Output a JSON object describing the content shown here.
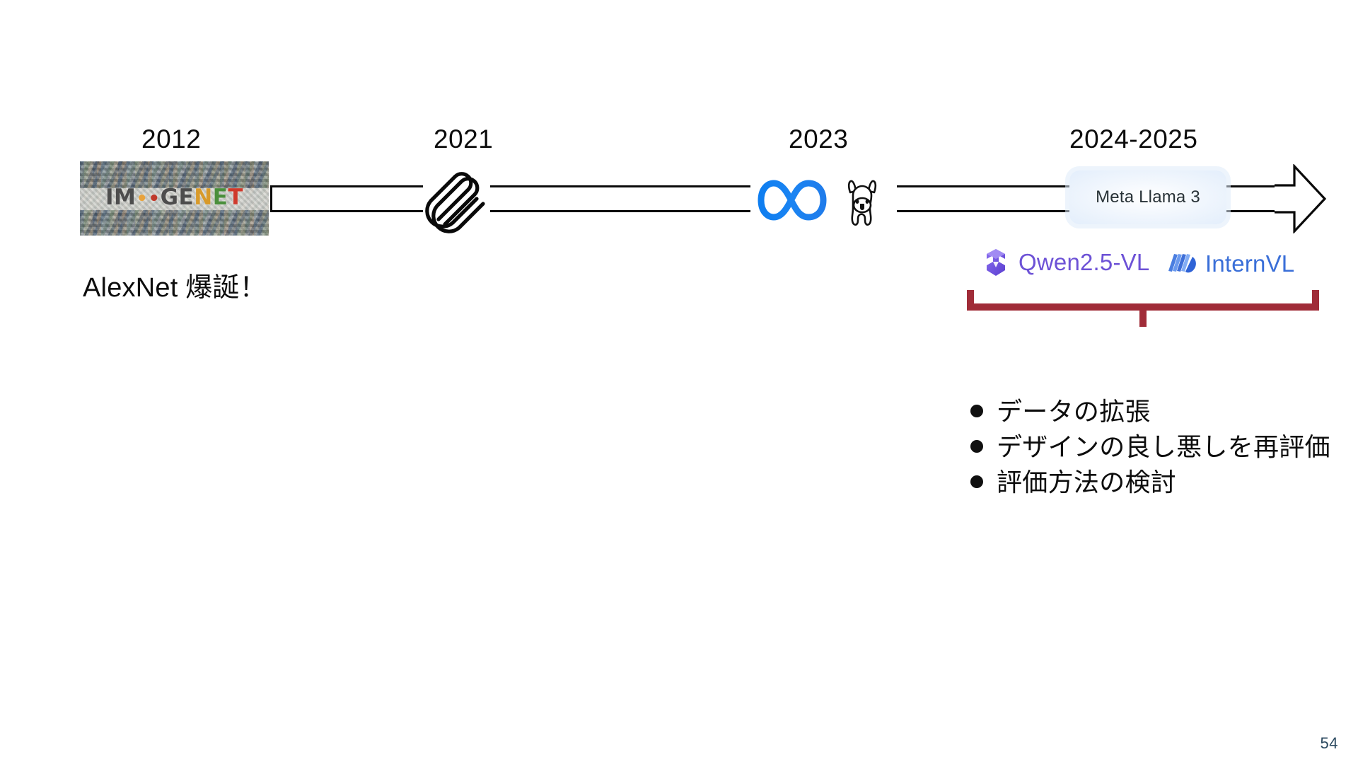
{
  "slide": {
    "background_color": "#ffffff",
    "page_number": "54",
    "page_number_color": "#2c4a60"
  },
  "timeline": {
    "years": [
      {
        "label": "2012"
      },
      {
        "label": "2021"
      },
      {
        "label": "2023"
      },
      {
        "label": "2024-2025"
      }
    ],
    "arrow_color": "#0a0a0a",
    "direction": "left-to-right"
  },
  "milestones": {
    "imagenet": {
      "logo_text_parts": [
        "IM",
        "•",
        "•",
        "GE",
        "N",
        "E",
        "T"
      ],
      "logo_alt": "ImageNet mosaic logo",
      "caption": "AlexNet 爆誕！"
    },
    "clip": {
      "icon": "paperclip-icon"
    },
    "meta": {
      "icon": "meta-infinity-icon",
      "brand_color": "#1a7ff0"
    },
    "llama": {
      "icon": "llama-icon"
    },
    "llama3": {
      "chip_label": "Meta Llama 3",
      "chip_bg": "#eaf3fd",
      "chip_text_color": "#283237"
    }
  },
  "models": [
    {
      "name": "Qwen2.5-VL",
      "icon": "qwen-logo-icon",
      "color": "#6d52d6"
    },
    {
      "name": "InternVL",
      "icon": "internvl-logo-icon",
      "color": "#3a6fd8"
    }
  ],
  "bracket": {
    "color": "#a02c38",
    "style": "underbrace-with-stem"
  },
  "bullets": [
    {
      "text": "データの拡張"
    },
    {
      "text": "デザインの良し悪しを再評価"
    },
    {
      "text": "評価方法の検討"
    }
  ]
}
